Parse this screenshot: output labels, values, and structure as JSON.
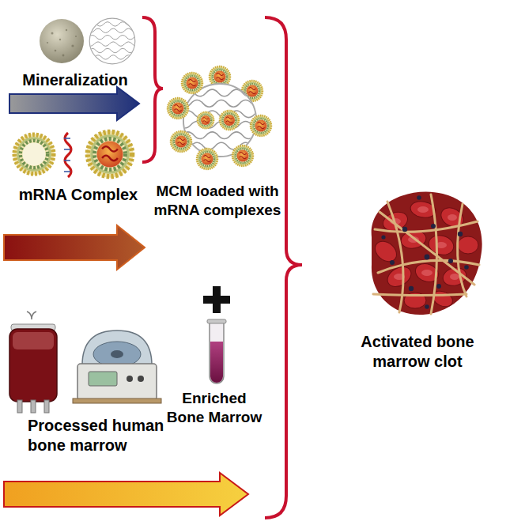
{
  "diagram": {
    "labels": [
      "Mineralization",
      "mRNA Complex",
      "MCM loaded with mRNA complexes",
      "Enriched Bone Marrow",
      "Processed human bone marrow",
      "Activated bone marrow clot"
    ]
  }
}
